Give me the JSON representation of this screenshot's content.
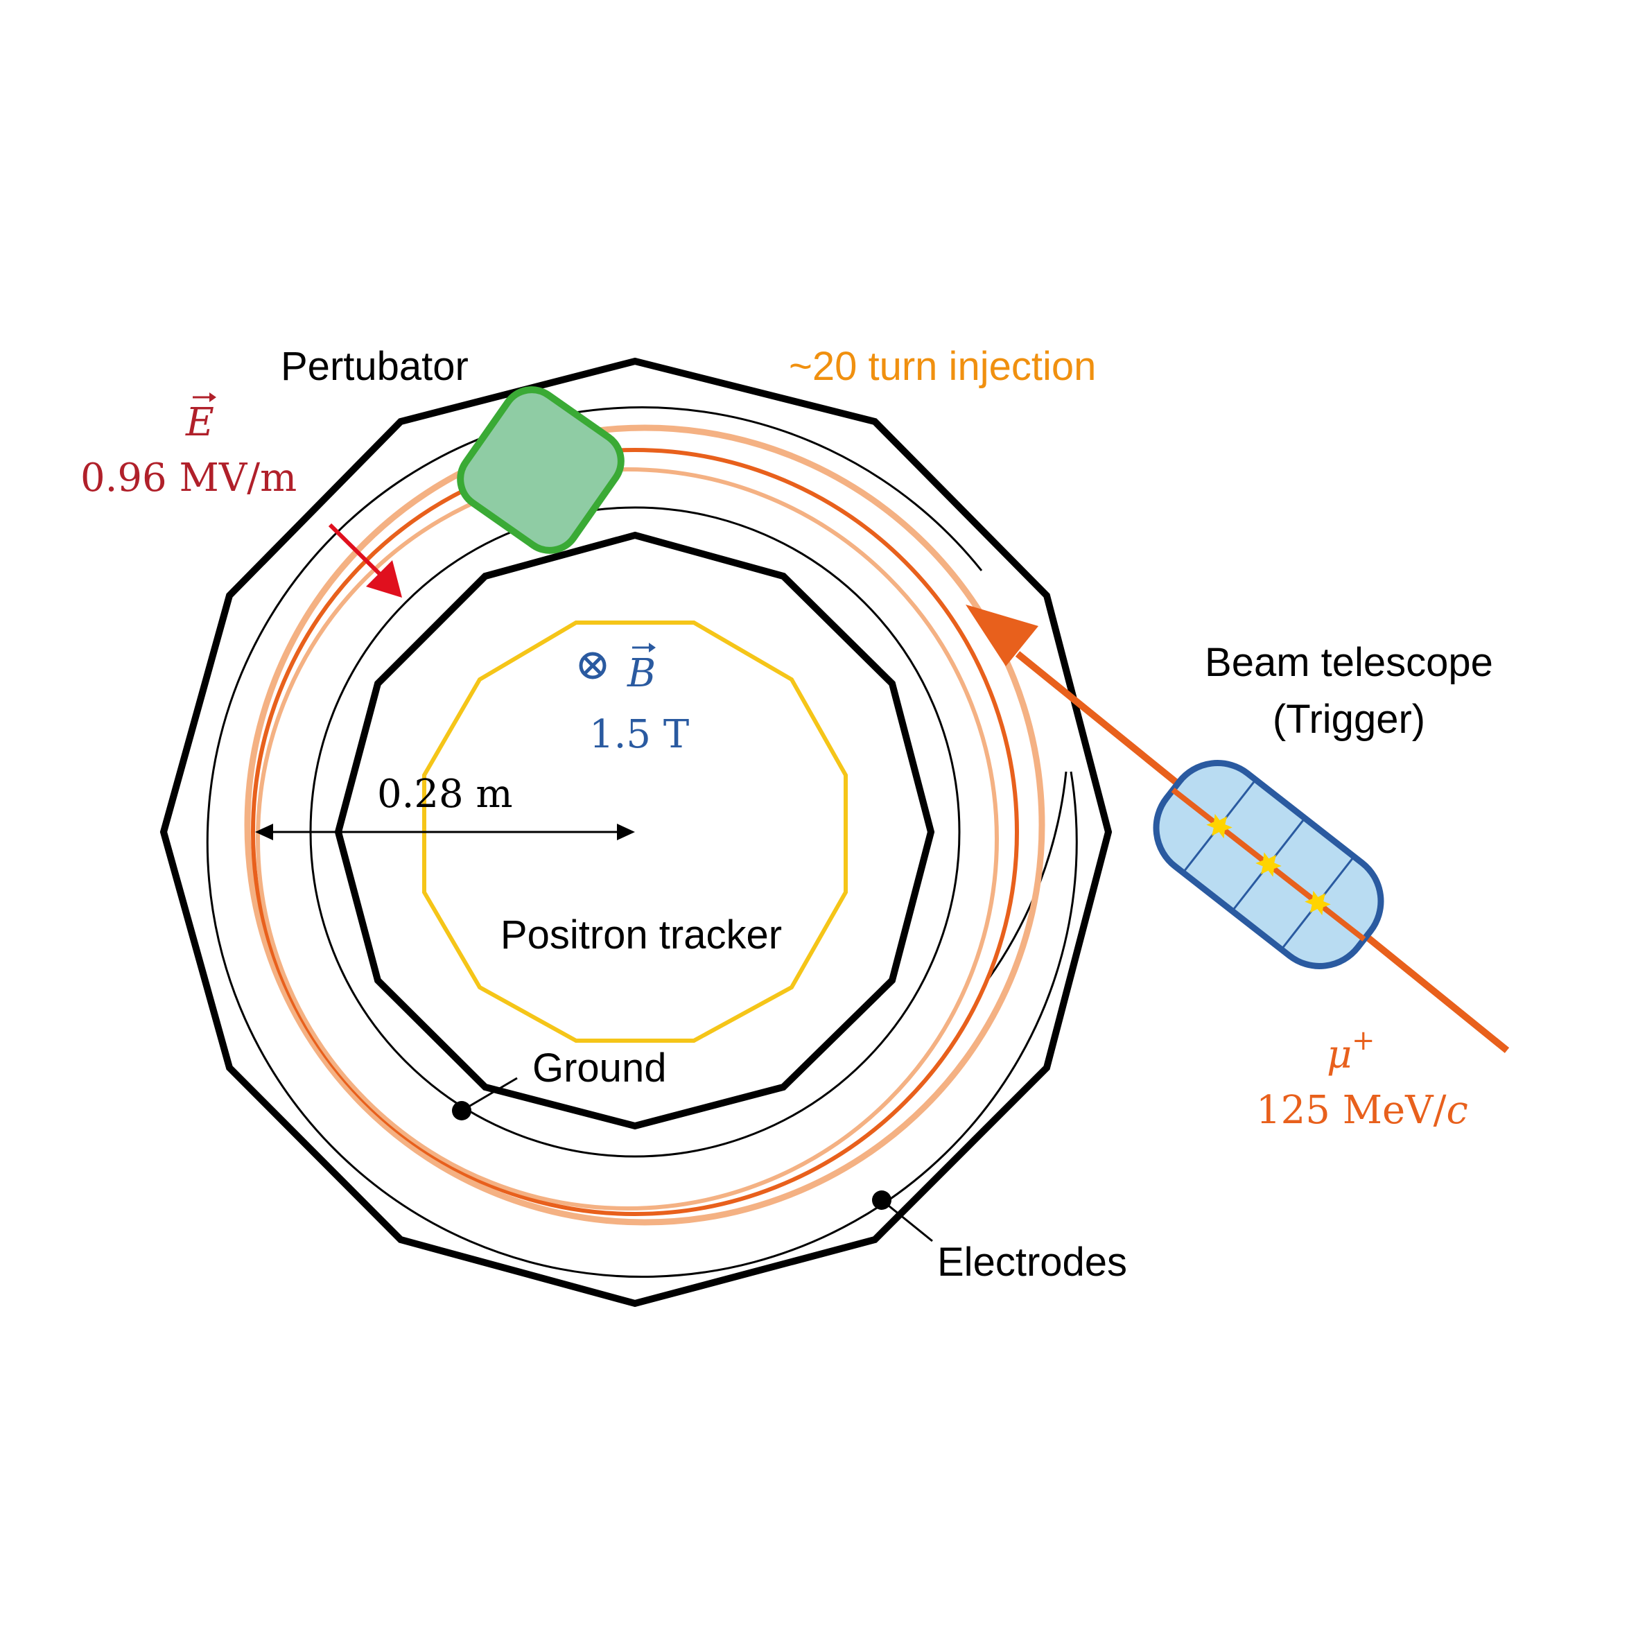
{
  "labels": {
    "pertubator": "Pertubator",
    "injection": "~20 turn injection",
    "e_field_symbol": "E",
    "e_field_value": "0.96 MV/m",
    "b_field_symbol": "B",
    "b_field_value": "1.5 T",
    "radius": "0.28 m",
    "beam_telescope_line1": "Beam telescope",
    "beam_telescope_line2": "(Trigger)",
    "positron_tracker": "Positron tracker",
    "ground": "Ground",
    "electrodes": "Electrodes",
    "muon_symbol": "μ",
    "muon_charge": "+",
    "muon_momentum_value": "125 MeV/",
    "muon_momentum_unit": "c"
  },
  "colors": {
    "structure": "#000000",
    "tracker": "#f5c518",
    "orbit": "#e8601c",
    "orbit_light": "#f4b183",
    "injection": "#f0900f",
    "e_field": "#b0202a",
    "e_arrow": "#e0101e",
    "b_field": "#2a5aa0",
    "pertubator_fill": "#8fcca4",
    "pertubator_stroke": "#3aaa35",
    "telescope_fill": "#b9dcf2",
    "telescope_stroke": "#2a5aa0",
    "hit_marker": "#ffd400"
  }
}
